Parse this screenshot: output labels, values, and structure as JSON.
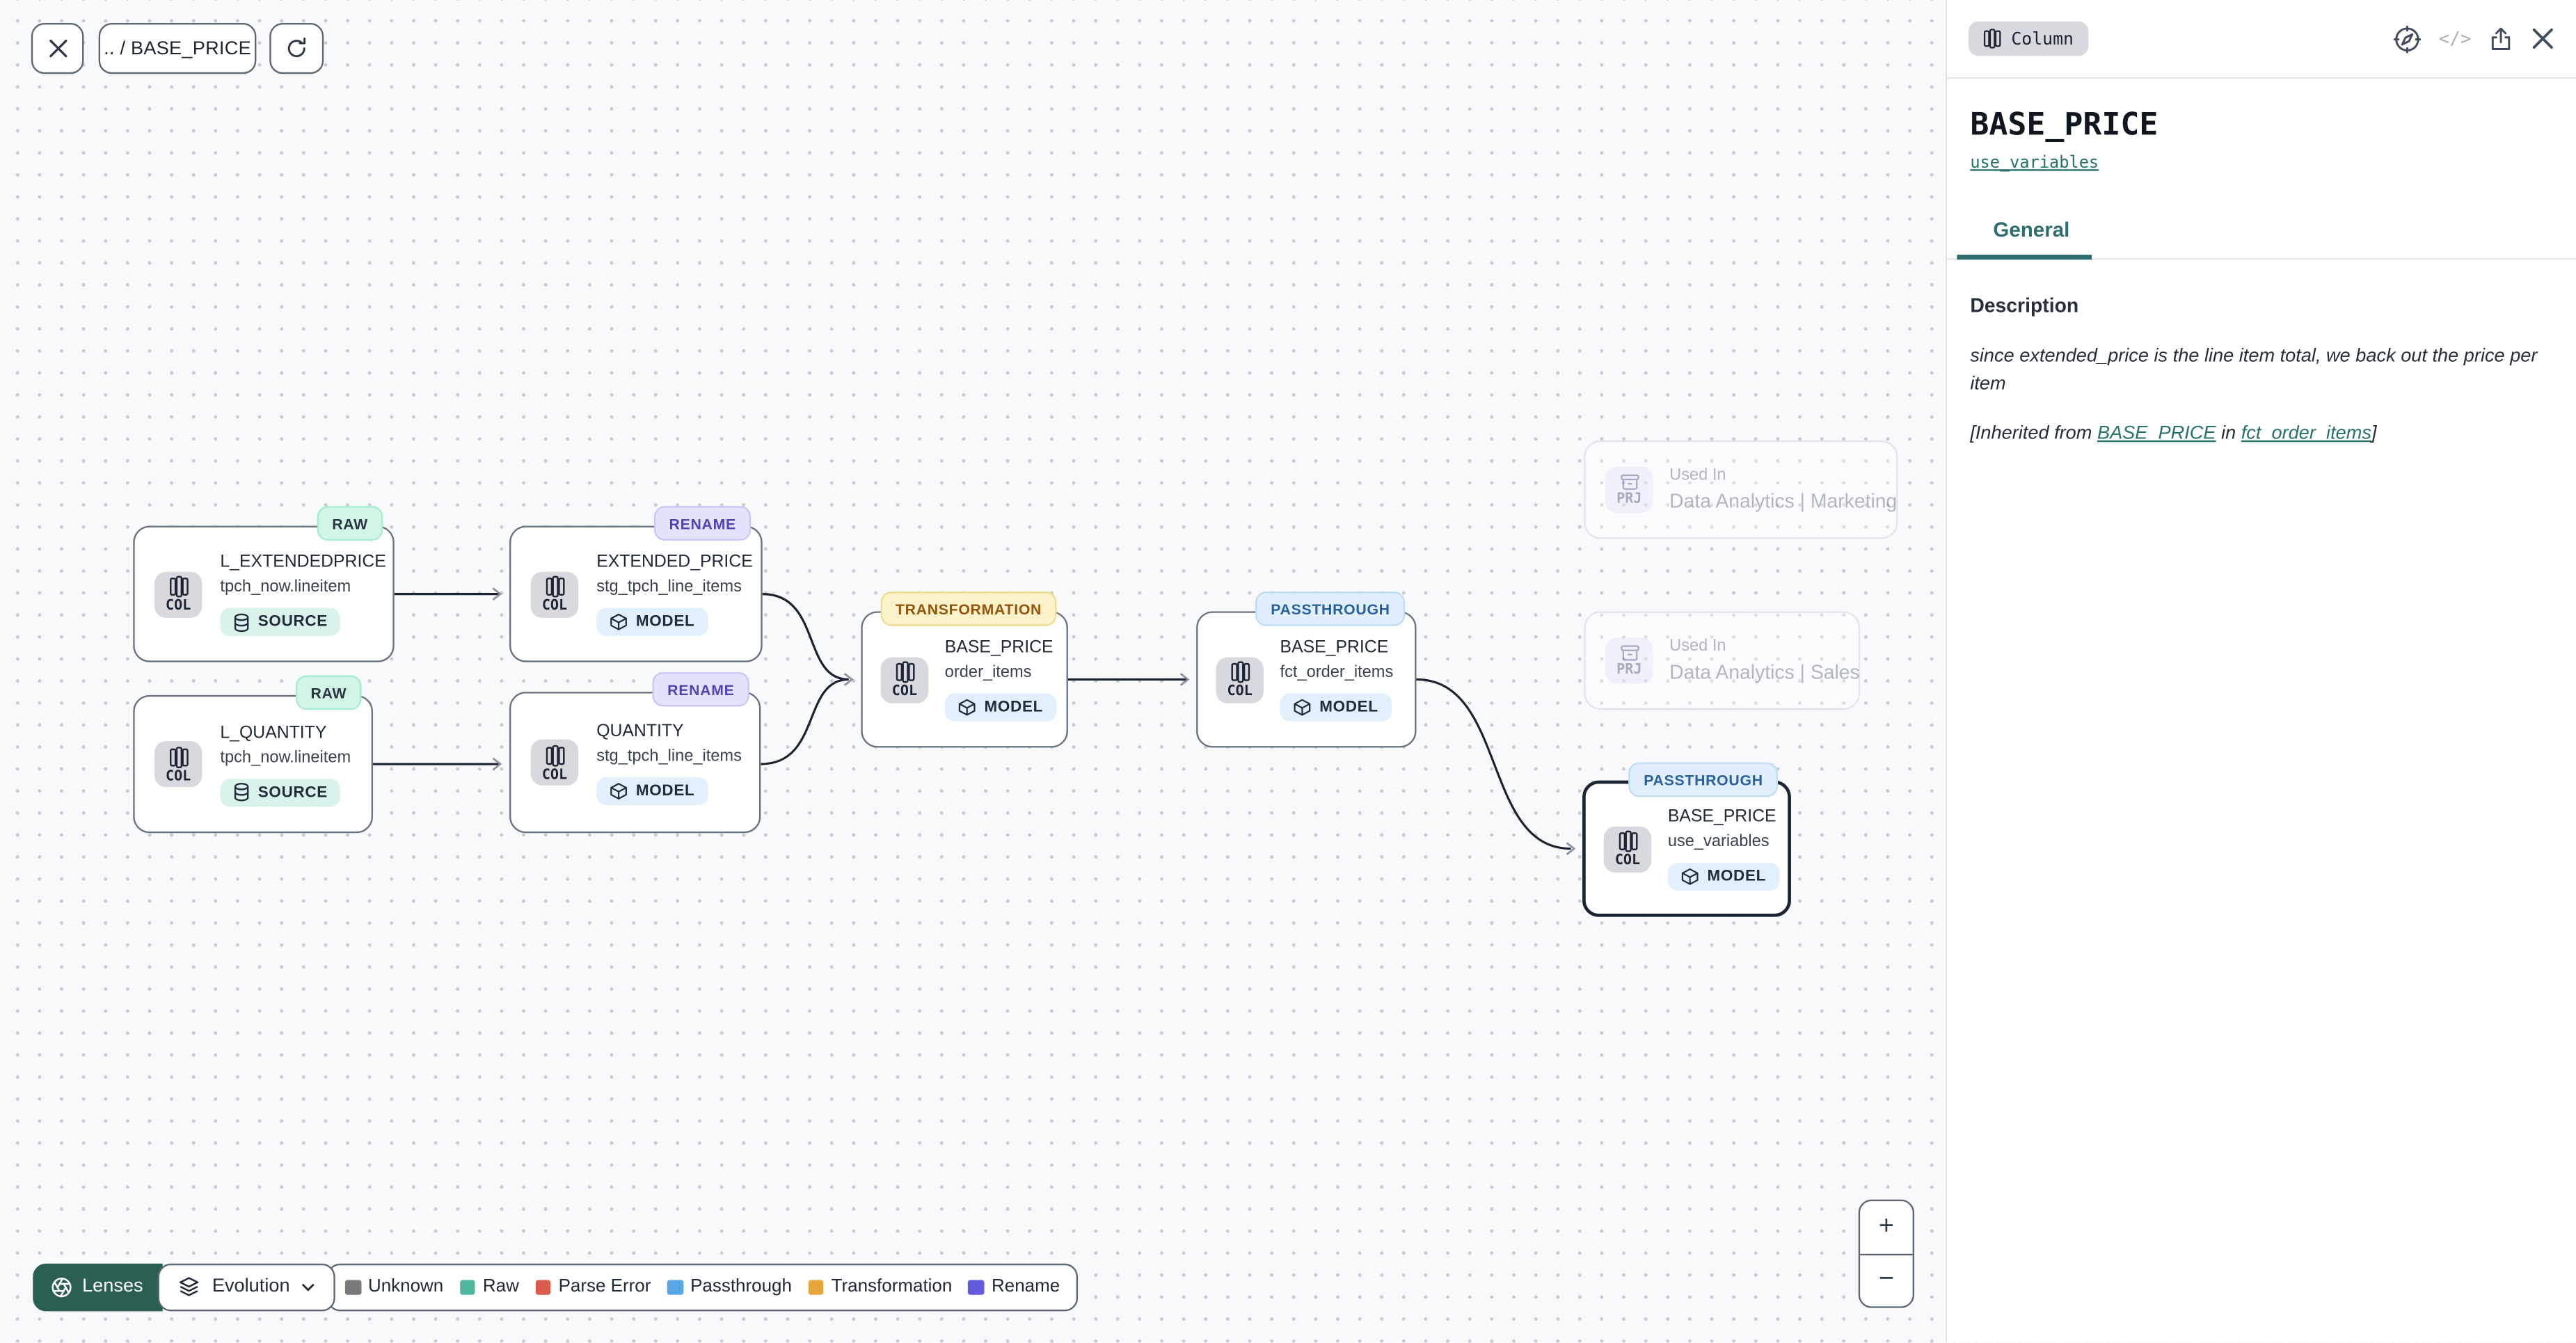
{
  "toolbar": {
    "breadcrumb": ".. / BASE_PRICE"
  },
  "nodes": [
    {
      "badge": "RAW",
      "chip": "COL",
      "title": "L_EXTENDEDPRICE",
      "subtitle": "tpch_now.lineitem",
      "pill": "SOURCE"
    },
    {
      "badge": "RENAME",
      "chip": "COL",
      "title": "EXTENDED_PRICE",
      "subtitle": "stg_tpch_line_items",
      "pill": "MODEL"
    },
    {
      "badge": "RAW",
      "chip": "COL",
      "title": "L_QUANTITY",
      "subtitle": "tpch_now.lineitem",
      "pill": "SOURCE"
    },
    {
      "badge": "RENAME",
      "chip": "COL",
      "title": "QUANTITY",
      "subtitle": "stg_tpch_line_items",
      "pill": "MODEL"
    },
    {
      "badge": "TRANSFORMATION",
      "chip": "COL",
      "title": "BASE_PRICE",
      "subtitle": "order_items",
      "pill": "MODEL"
    },
    {
      "badge": "PASSTHROUGH",
      "chip": "COL",
      "title": "BASE_PRICE",
      "subtitle": "fct_order_items",
      "pill": "MODEL"
    },
    {
      "badge": "PASSTHROUGH",
      "chip": "COL",
      "title": "BASE_PRICE",
      "subtitle": "use_variables",
      "pill": "MODEL"
    }
  ],
  "used_in": [
    {
      "chip": "PRJ",
      "label": "Used In",
      "name": "Data Analytics | Marketing"
    },
    {
      "chip": "PRJ",
      "label": "Used In",
      "name": "Data Analytics | Sales"
    }
  ],
  "footer": {
    "lenses_label": "Lenses",
    "lens_selected": "Evolution",
    "legend": [
      {
        "label": "Unknown",
        "color": "#7a7a7a"
      },
      {
        "label": "Raw",
        "color": "#4fb79e"
      },
      {
        "label": "Parse Error",
        "color": "#d95b4b"
      },
      {
        "label": "Passthrough",
        "color": "#58a5e8"
      },
      {
        "label": "Transformation",
        "color": "#e7a63a"
      },
      {
        "label": "Rename",
        "color": "#645ae0"
      }
    ]
  },
  "zoom_controls": {
    "zoom_in": "+",
    "zoom_out": "−"
  },
  "panel": {
    "type_badge": "Column",
    "code_icon_glyph": "</>",
    "title": "BASE_PRICE",
    "model_link": "use_variables",
    "tab": "General",
    "description_label": "Description",
    "description": "since extended_price is the line item total, we back out the price per item",
    "inherited": {
      "prefix": "[Inherited from ",
      "column_link": "BASE_PRICE",
      "middle": " in ",
      "model_link": "fct_order_items",
      "suffix": "]"
    }
  },
  "colors": {
    "accent_teal": "#2e6e70",
    "lenses_green": "#2b5f52",
    "selected_node_border": "#1c2534",
    "canvas_bg": "#f8f9fb"
  }
}
